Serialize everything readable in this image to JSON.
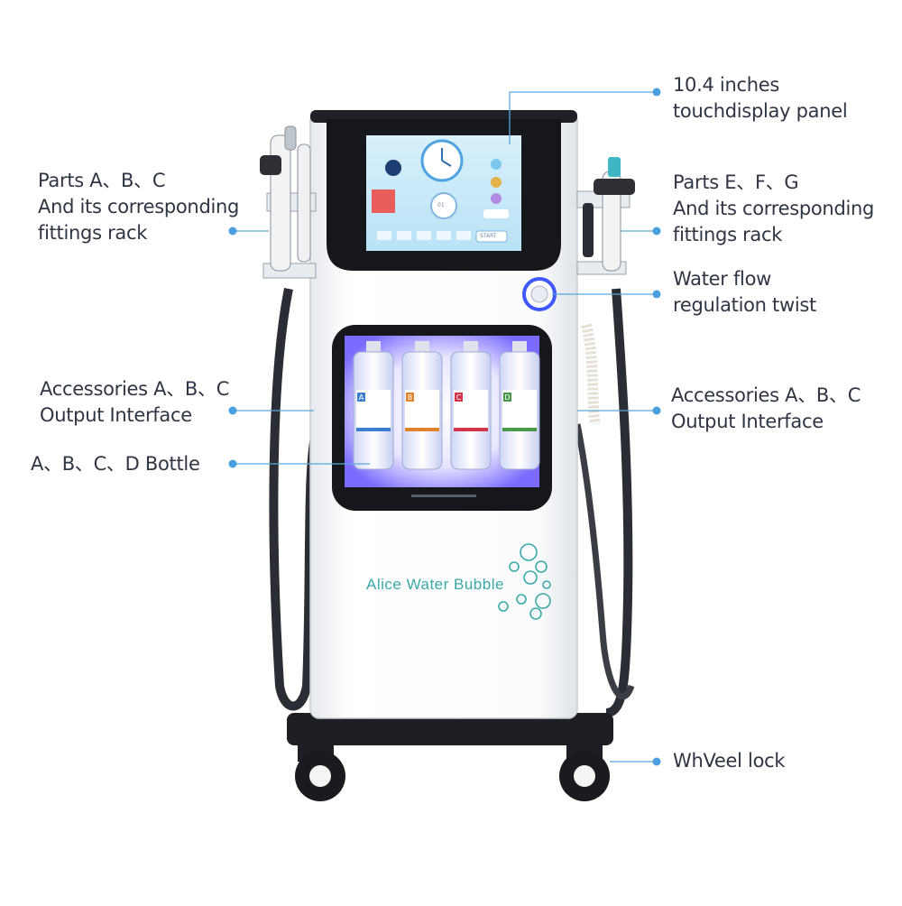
{
  "labels": {
    "parts_abc": [
      "Parts A、B、C",
      "And its corresponding",
      "fittings rack"
    ],
    "accessories_left": [
      "Accessories A、B、C",
      "Output Interface"
    ],
    "bottles": [
      "A、B、C、D Bottle"
    ],
    "display_panel": [
      "10.4 inches",
      "touchdisplay panel"
    ],
    "parts_efg": [
      "Parts E、F、G",
      "And its corresponding",
      "fittings rack"
    ],
    "water_flow": [
      "Water flow",
      "regulation twist"
    ],
    "accessories_right": [
      "Accessories A、B、C",
      "Output Interface"
    ],
    "wheel_lock": [
      "WhVeel lock"
    ]
  },
  "machine": {
    "brand": "Alice Water Bubble",
    "screen_start": "START",
    "screen_dial": "01"
  },
  "bottles": [
    {
      "letter": "A",
      "color": "#3b7fd0"
    },
    {
      "letter": "B",
      "color": "#e0832a"
    },
    {
      "letter": "C",
      "color": "#d2344a"
    },
    {
      "letter": "D",
      "color": "#4a9a4a"
    }
  ],
  "colors": {
    "callout_line": "#5aa7d8",
    "callout_dot": "#4a9fe0",
    "text": "#2f3542",
    "brand": "#3aa9a8",
    "bottle_glow": "#5b4bff"
  }
}
